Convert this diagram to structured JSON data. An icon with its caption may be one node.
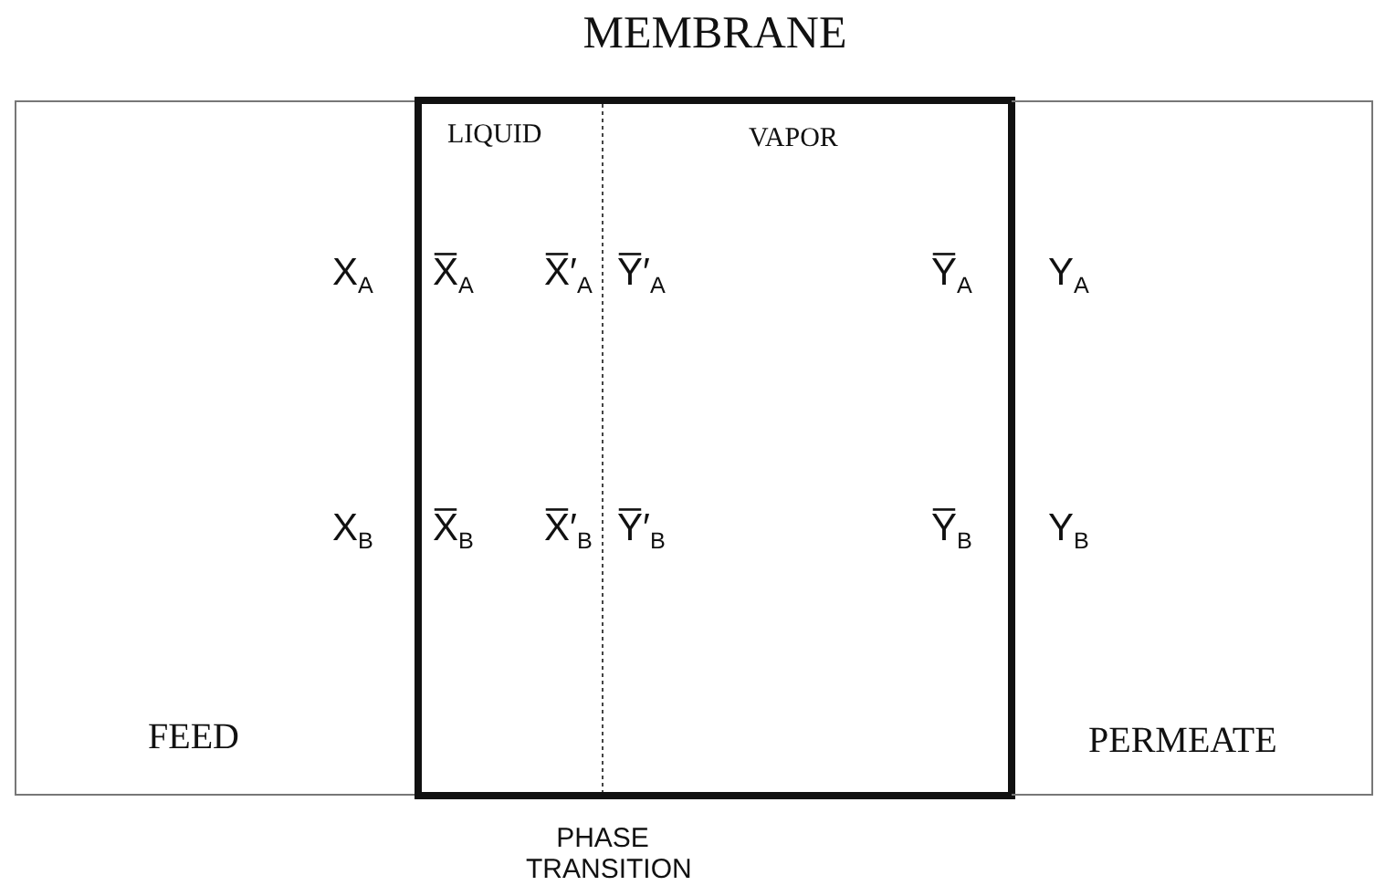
{
  "diagram": {
    "nodes": [
      {
        "text": [
          "FEED"
        ]
      },
      {
        "text": [
          "MEMBRANE"
        ]
      },
      {
        "text": [
          "PERMEATE"
        ]
      }
    ],
    "labels": [
      "LIQUID",
      "VAPOR",
      "X$_{A}$",
      "X̅$_{A}$",
      "X̅′$_{A}$",
      "Y̅′$_{A}$",
      "Y̅$_{A}$",
      "Y$_{A}$",
      "X$_{B}$",
      "X̅$_{B}$",
      "X̅′$_{B}$",
      "Y̅′$_{B}$",
      "Y̅$_{B}$",
      "Y$_{B}$",
      "PHASE TRANSITION"
    ]
  }
}
